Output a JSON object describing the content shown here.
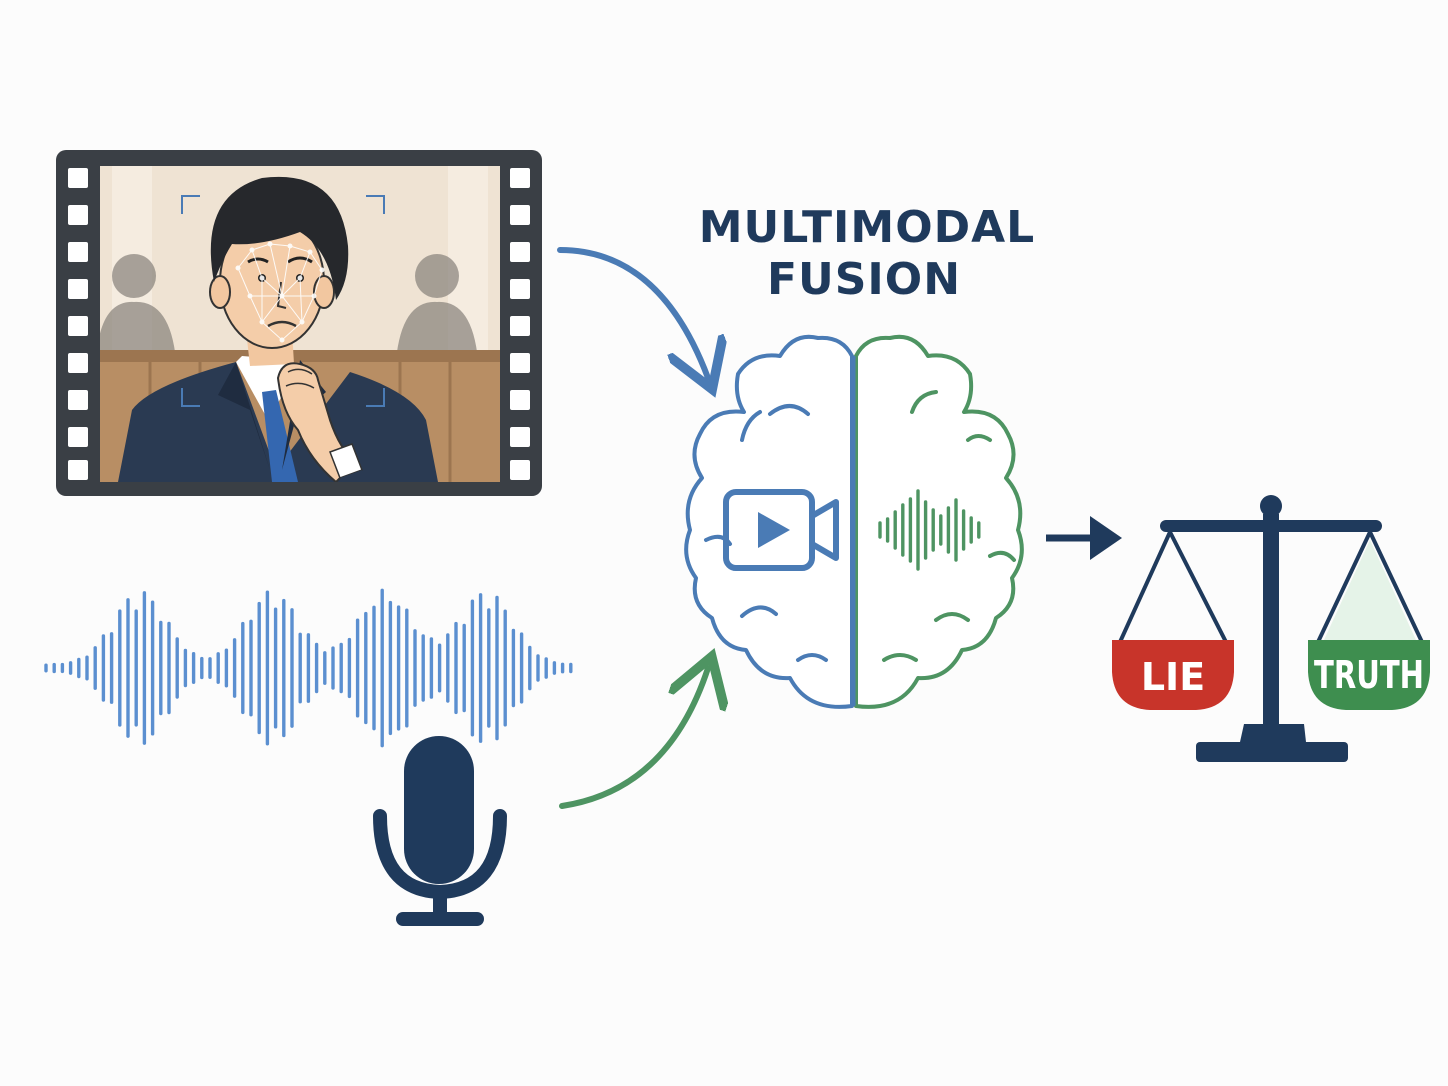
{
  "title": {
    "line1": "MULTIMODAL",
    "line2": "FUSION"
  },
  "scale": {
    "left_label": "LIE",
    "right_label": "TRUTH"
  },
  "icons": {
    "video_frame": "film-strip-icon",
    "person": "courtroom-person-illustration",
    "audio": "sound-wave-icon",
    "microphone": "microphone-icon",
    "brain": "brain-icon",
    "video_camera": "video-camera-icon",
    "scale": "balance-scale-icon"
  },
  "colors": {
    "navy": "#1f3a5c",
    "blue": "#4a7bb5",
    "wave_blue": "#5b8fd0",
    "green": "#4e9462",
    "lie_red": "#c8342a",
    "truth_green": "#3e8e4f",
    "background": "#fcfcfc"
  }
}
